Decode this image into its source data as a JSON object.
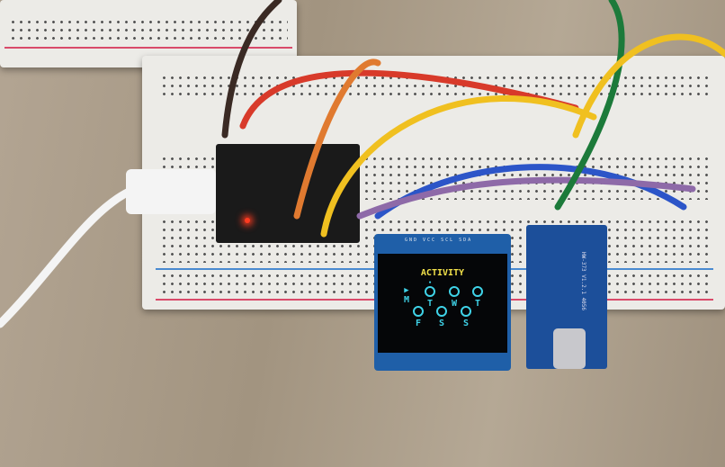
{
  "oled": {
    "pin_labels": "GND VCC SCL SDA",
    "title": "ACTIVITY",
    "days": [
      {
        "letter": "M",
        "state": "current"
      },
      {
        "letter": "T",
        "state": "marked"
      },
      {
        "letter": "W",
        "state": "empty"
      },
      {
        "letter": "T",
        "state": "empty"
      },
      {
        "letter": "F",
        "state": "empty"
      },
      {
        "letter": "S",
        "state": "empty"
      },
      {
        "letter": "S",
        "state": "empty"
      }
    ],
    "colors": {
      "title": "#f2e14a",
      "days": "#3fd3e8"
    }
  },
  "charger": {
    "label": "HW-373 V1.2.1 4056"
  }
}
